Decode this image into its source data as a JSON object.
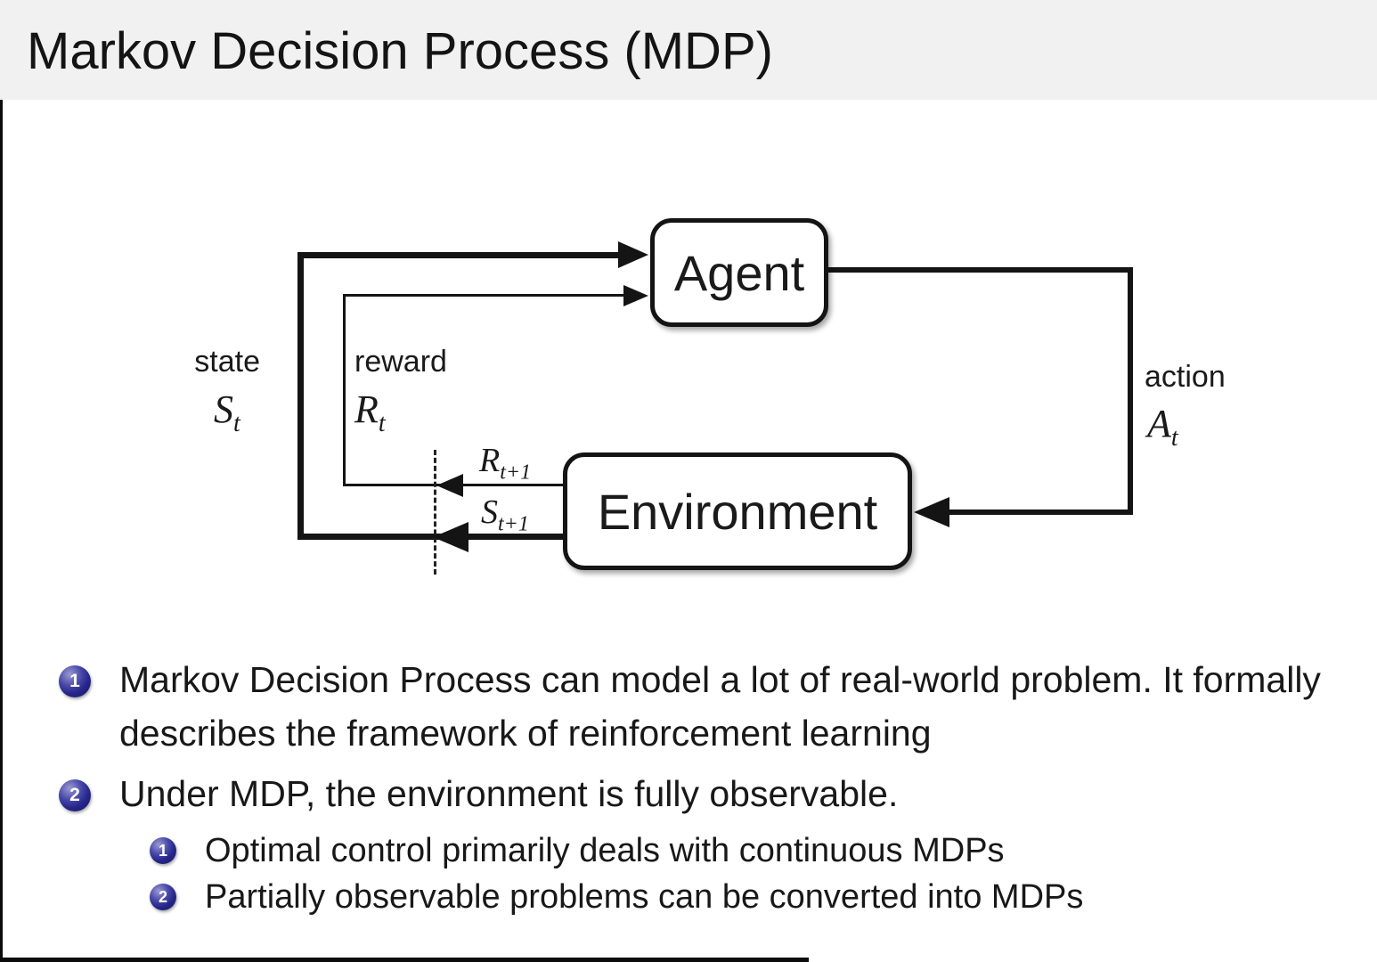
{
  "title": "Markov Decision Process (MDP)",
  "diagram": {
    "agent_label": "Agent",
    "environment_label": "Environment",
    "state_label": "state",
    "reward_label": "reward",
    "action_label": "action",
    "state_symbol": {
      "base": "S",
      "sub": "t"
    },
    "reward_symbol": {
      "base": "R",
      "sub": "t"
    },
    "action_symbol": {
      "base": "A",
      "sub": "t"
    },
    "next_reward_symbol": {
      "base": "R",
      "sub": "t+1"
    },
    "next_state_symbol": {
      "base": "S",
      "sub": "t+1"
    }
  },
  "bullets": [
    {
      "number": "1",
      "text": "Markov Decision Process can model a lot of real-world problem. It formally describes the framework of reinforcement learning"
    },
    {
      "number": "2",
      "text": "Under MDP, the environment is fully observable.",
      "sub": [
        {
          "number": "1",
          "text": "Optimal control primarily deals with continuous MDPs"
        },
        {
          "number": "2",
          "text": "Partially observable problems can be converted into MDPs"
        }
      ]
    }
  ],
  "colors": {
    "title_bar_bg": "#f1f1f1",
    "line_black": "#141414",
    "badge_blue": "#26268a",
    "text": "#181818",
    "box_fill": "#ffffff"
  }
}
